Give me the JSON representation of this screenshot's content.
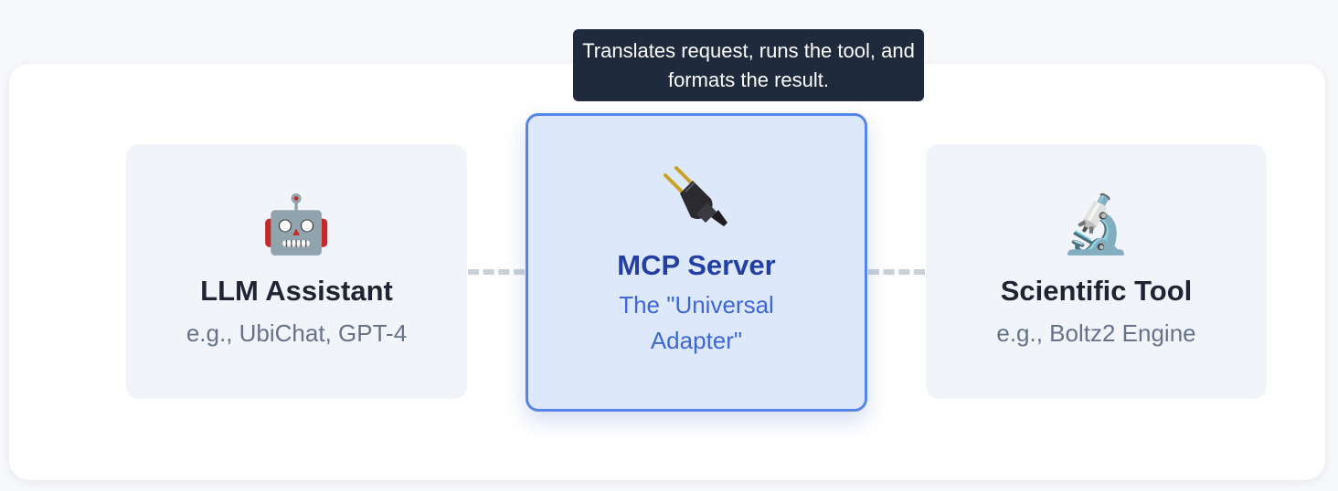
{
  "tooltip": {
    "text": "Translates request, runs the tool, and formats the result."
  },
  "nodes": {
    "llm": {
      "icon": "robot-icon",
      "glyph": "🤖",
      "title": "LLM Assistant",
      "subtitle": "e.g., UbiChat, GPT-4"
    },
    "mcp": {
      "icon": "electric-plug-icon",
      "title": "MCP Server",
      "subtitle": "The \"Universal Adapter\""
    },
    "tool": {
      "icon": "microscope-icon",
      "glyph": "🔬",
      "title": "Scientific Tool",
      "subtitle": "e.g., Boltz2 Engine"
    }
  },
  "colors": {
    "accent": "#5585e6",
    "accent_title": "#233fa3",
    "accent_sub": "#3d67d8",
    "tooltip_bg": "#1f2a3c"
  }
}
